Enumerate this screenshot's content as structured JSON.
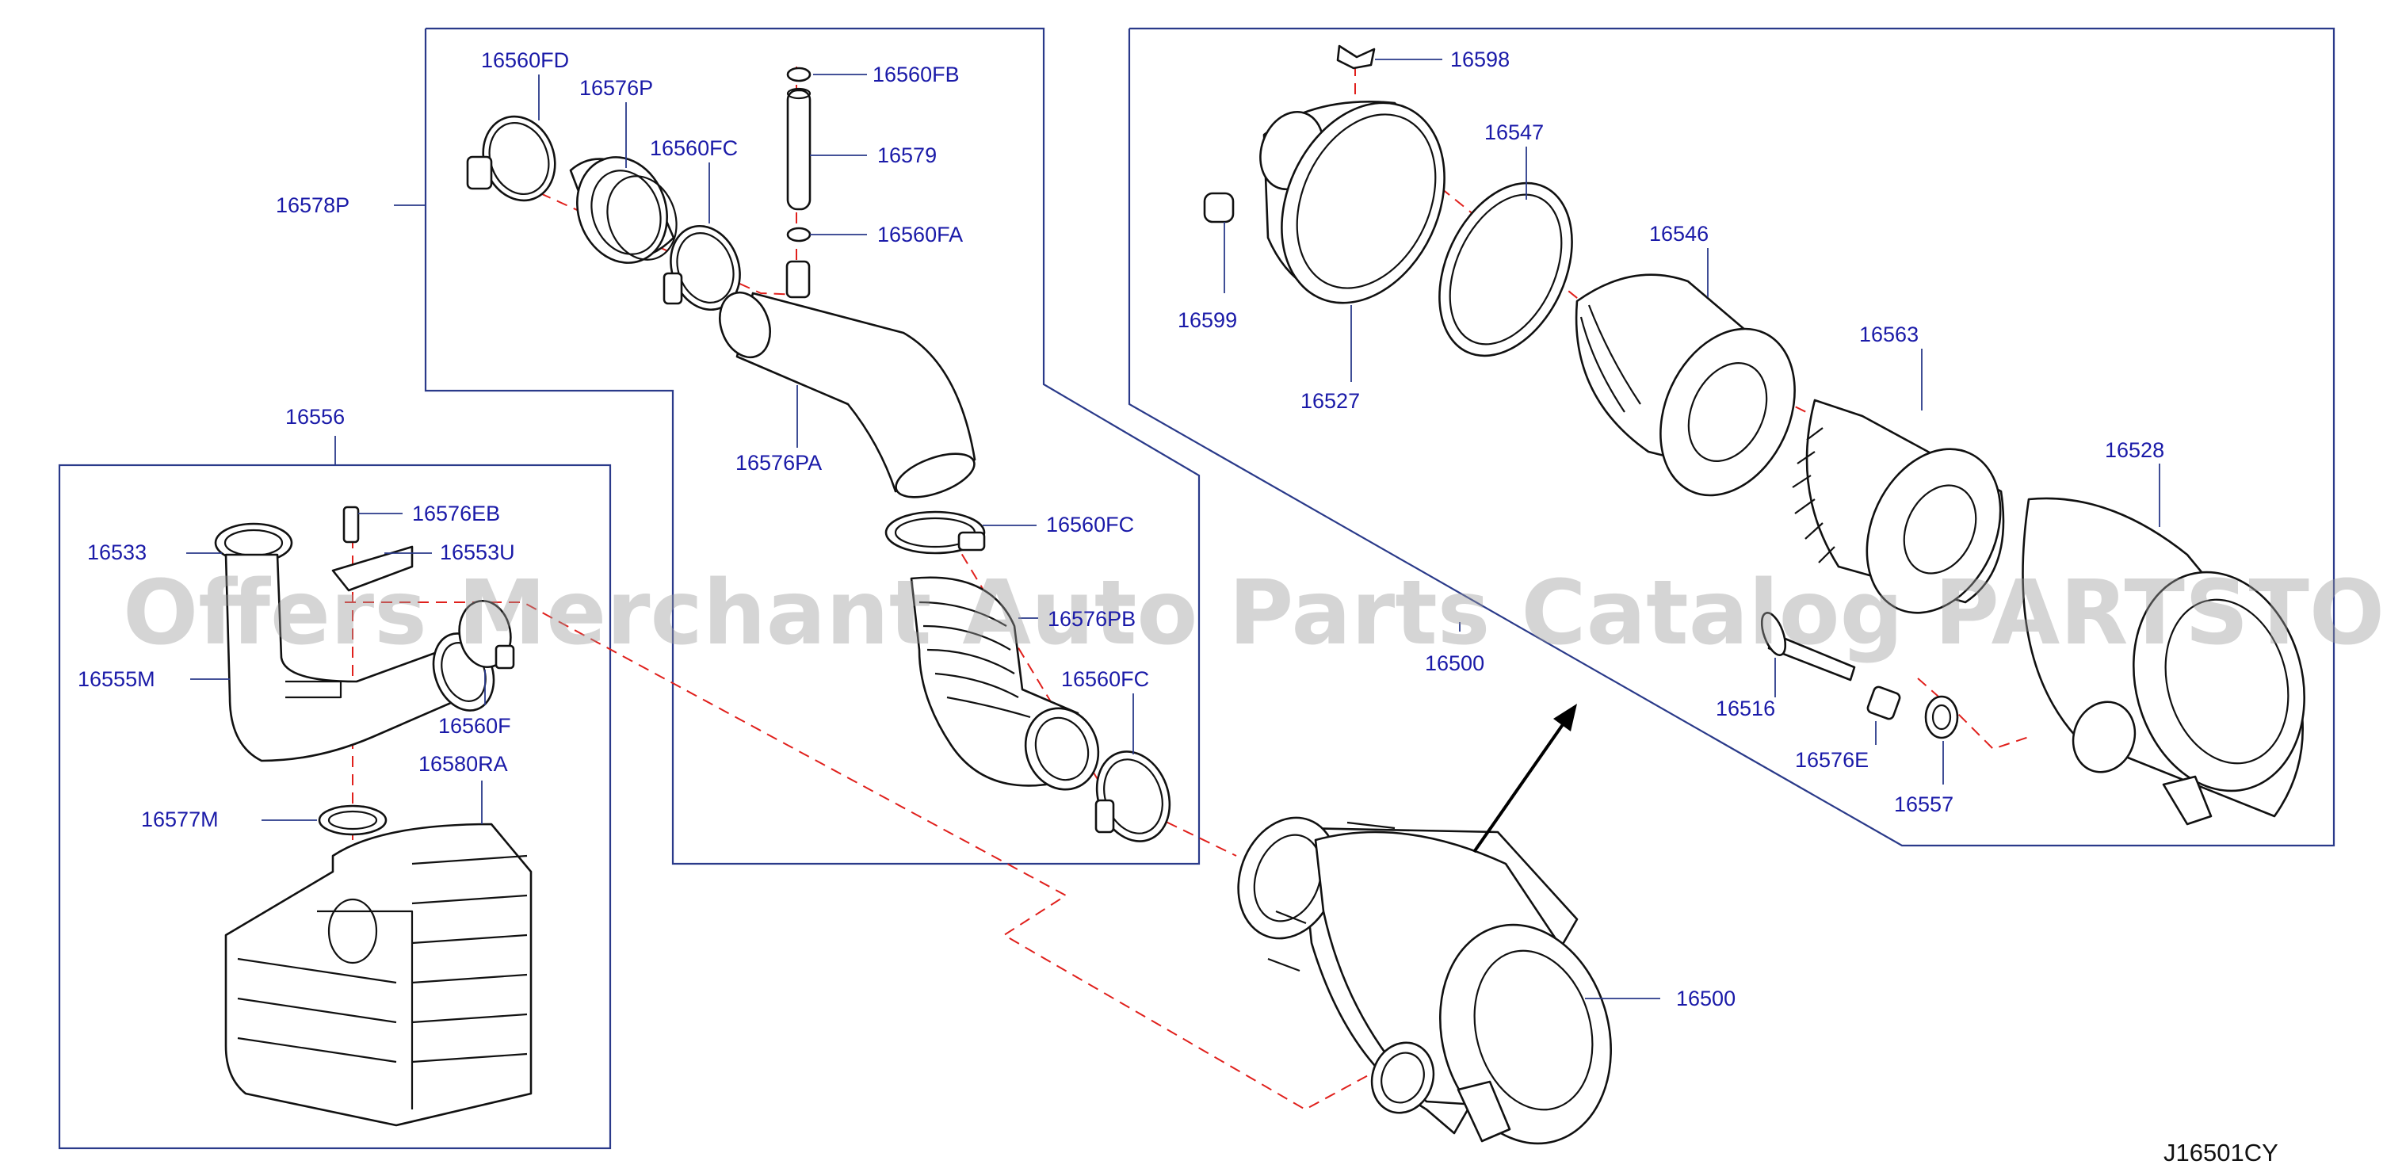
{
  "diagram_code": "J16501CY",
  "watermark": "Offers Merchant Auto Parts Catalog PARTSTORE.SA",
  "colors": {
    "label": "#1a1aa8",
    "frame": "#2a3a8a",
    "centerline": "#e0201c",
    "part_stroke": "#111111",
    "watermark": "#9a9a9a"
  },
  "groups": {
    "duct_assembly": "16578P",
    "resonator_assembly": "16556",
    "cleaner_assembly": "16500"
  },
  "labels": {
    "p16560FD": "16560FD",
    "p16576P": "16576P",
    "p16560FC_top": "16560FC",
    "p16560FB": "16560FB",
    "p16579": "16579",
    "p16560FA": "16560FA",
    "p16576PA": "16576PA",
    "p16560FC_mid": "16560FC",
    "p16576PB": "16576PB",
    "p16560FC_low": "16560FC",
    "p16598": "16598",
    "p16547": "16547",
    "p16546": "16546",
    "p16599": "16599",
    "p16527": "16527",
    "p16563": "16563",
    "p16528": "16528",
    "p16516": "16516",
    "p16576E": "16576E",
    "p16557": "16557",
    "p16576EB": "16576EB",
    "p16553U": "16553U",
    "p16533": "16533",
    "p16555M": "16555M",
    "p16560F": "16560F",
    "p16580RA": "16580RA",
    "p16577M": "16577M",
    "p16500_main": "16500"
  }
}
